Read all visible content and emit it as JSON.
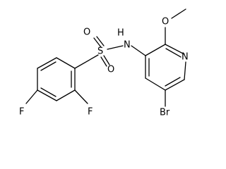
{
  "structure": {
    "atoms": {
      "sulfur": "S",
      "sulfonyl_oxygen_top": "O",
      "sulfonyl_oxygen_bottom": "O",
      "amide_nitrogen": "N",
      "amide_hydrogen": "H",
      "methoxy_oxygen": "O",
      "pyridine_nitrogen": "N",
      "bromine": "Br",
      "fluorine_para": "F",
      "fluorine_ortho": "F"
    }
  }
}
